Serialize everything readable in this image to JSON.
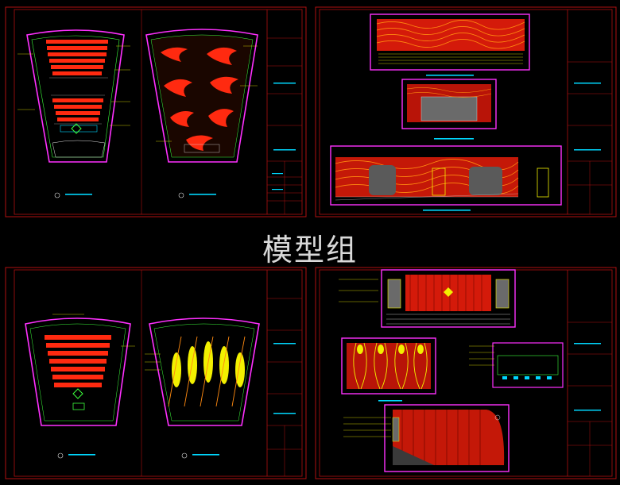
{
  "watermark": {
    "text": "模型组"
  },
  "colors": {
    "background": "#000000",
    "frame": "#b01010",
    "cad_cyan": "#00d8ff",
    "cad_magenta": "#ff30ff",
    "cad_red": "#ff2a10",
    "cad_yellow": "#f2f000",
    "cad_green": "#3cff3c",
    "cad_white": "#e0e0e0"
  },
  "sheets": [
    {
      "id": "top-left",
      "content": [
        "seating-plan-tiered",
        "ceiling-plan-flame-motif"
      ]
    },
    {
      "id": "top-right",
      "content": [
        "elevation-wave-wall",
        "elevation-screen-wall",
        "elevation-long-wall"
      ]
    },
    {
      "id": "bottom-left",
      "content": [
        "seating-plan-small",
        "ceiling-plan-leaf-motif"
      ]
    },
    {
      "id": "bottom-right",
      "content": [
        "elevation-stage-curtain",
        "elevation-wave-panels",
        "section-detail",
        "elevation-sloped-curtain"
      ]
    }
  ]
}
